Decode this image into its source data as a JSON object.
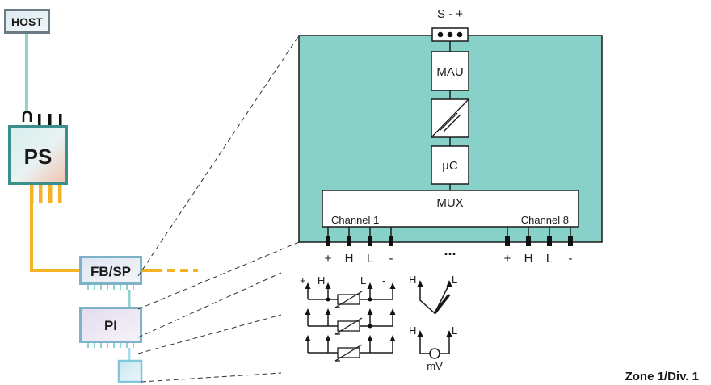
{
  "diagram": {
    "host_label": "HOST",
    "ps_label": "PS",
    "fbsp_label": "FB/SP",
    "pi_label": "PI",
    "zone_label": "Zone 1/Div. 1",
    "device": {
      "connector_label": "S - +",
      "mau_label": "MAU",
      "uc_label": "µC",
      "mux_label": "MUX",
      "channel_first_label": "Channel 1",
      "channel_last_label": "Channel 8",
      "ellipsis": "...",
      "terminal_labels": [
        "+",
        "H",
        "L",
        "-"
      ]
    },
    "sensor_labels": {
      "plus": "+",
      "h": "H",
      "l": "L",
      "minus": "-",
      "mv": "mV"
    },
    "colors": {
      "device_fill": "#88d1c9",
      "bus_orange": "#f5b324",
      "host_link": "#8fd3cc",
      "pi_link": "#a8dde8",
      "box_border": "#5aa7b5",
      "ps_border": "#3a8f8c"
    },
    "icons": [
      "converter-icon",
      "rtd-resistor-icon",
      "thermocouple-icon",
      "millivolt-source-icon"
    ]
  }
}
